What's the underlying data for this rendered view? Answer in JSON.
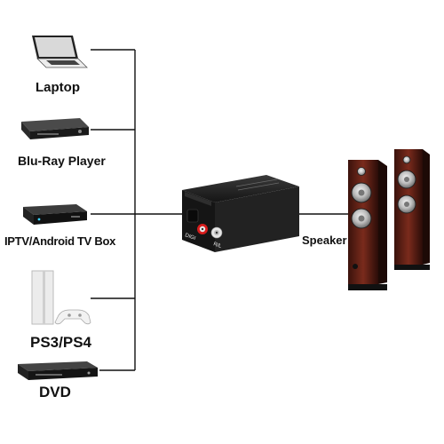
{
  "devices": [
    {
      "name": "Laptop",
      "icon": "laptop-icon"
    },
    {
      "name": "Blu-Ray Player",
      "icon": "bluray-player-icon"
    },
    {
      "name": "IPTV/Android TV Box",
      "icon": "tv-box-icon"
    },
    {
      "name": "PS3/PS4",
      "icon": "game-console-icon"
    },
    {
      "name": "DVD",
      "icon": "dvd-player-icon"
    }
  ],
  "converter": {
    "icon": "audio-converter-icon",
    "port_coaxial": "DIGI",
    "port_rl": "R/L"
  },
  "output": {
    "name": "Speaker",
    "icon": "tower-speaker-icon"
  },
  "colors": {
    "line": "#111111",
    "device_body": "#1e1e1e",
    "speaker_wood": "#5a1f14",
    "speaker_cabinet": "#2a1a16"
  }
}
